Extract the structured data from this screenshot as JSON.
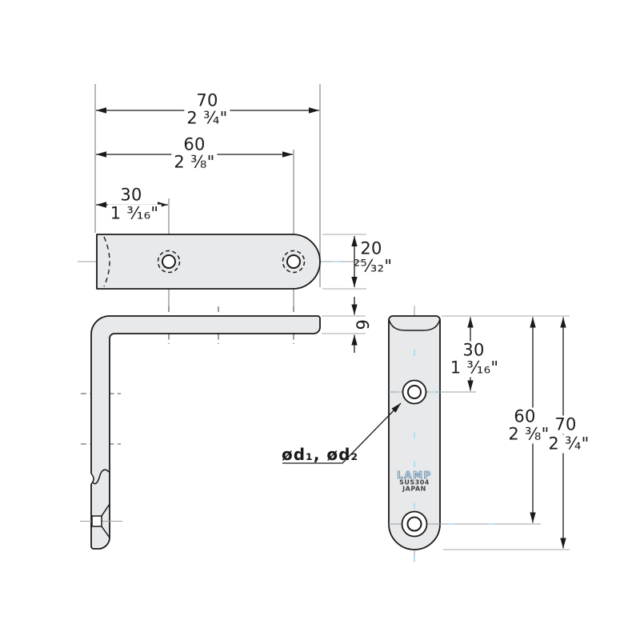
{
  "top_view": {
    "dim_70": {
      "mm": "70",
      "inch": "2 ¾\""
    },
    "dim_60": {
      "mm": "60",
      "inch": "2 ⅜\""
    },
    "dim_30": {
      "mm": "30",
      "inch": "1 ³⁄₁₆\""
    },
    "dim_20": {
      "mm": "20",
      "inch": "²⁵⁄₃₂\""
    }
  },
  "side_view": {
    "dim_6": {
      "mm": "6"
    }
  },
  "front_view": {
    "dim_30": {
      "mm": "30",
      "inch": "1 ³⁄₁₆\""
    },
    "dim_60": {
      "mm": "60",
      "inch": "2 ⅜\""
    },
    "dim_70": {
      "mm": "70",
      "inch": "2 ¾\""
    },
    "hole_callout": "ød₁, ød₂",
    "stamp": {
      "brand": "LAMP",
      "material": "SUS304",
      "origin": "JAPAN"
    }
  },
  "colors": {
    "outline": "#1a1a1a",
    "plate_fill": "#e8e9ea",
    "centerline": "#9aa0a4",
    "centerline_accent": "#aed8ec",
    "extension_line": "#a3a9ad",
    "stamp_blue": "#c6d9e8"
  }
}
